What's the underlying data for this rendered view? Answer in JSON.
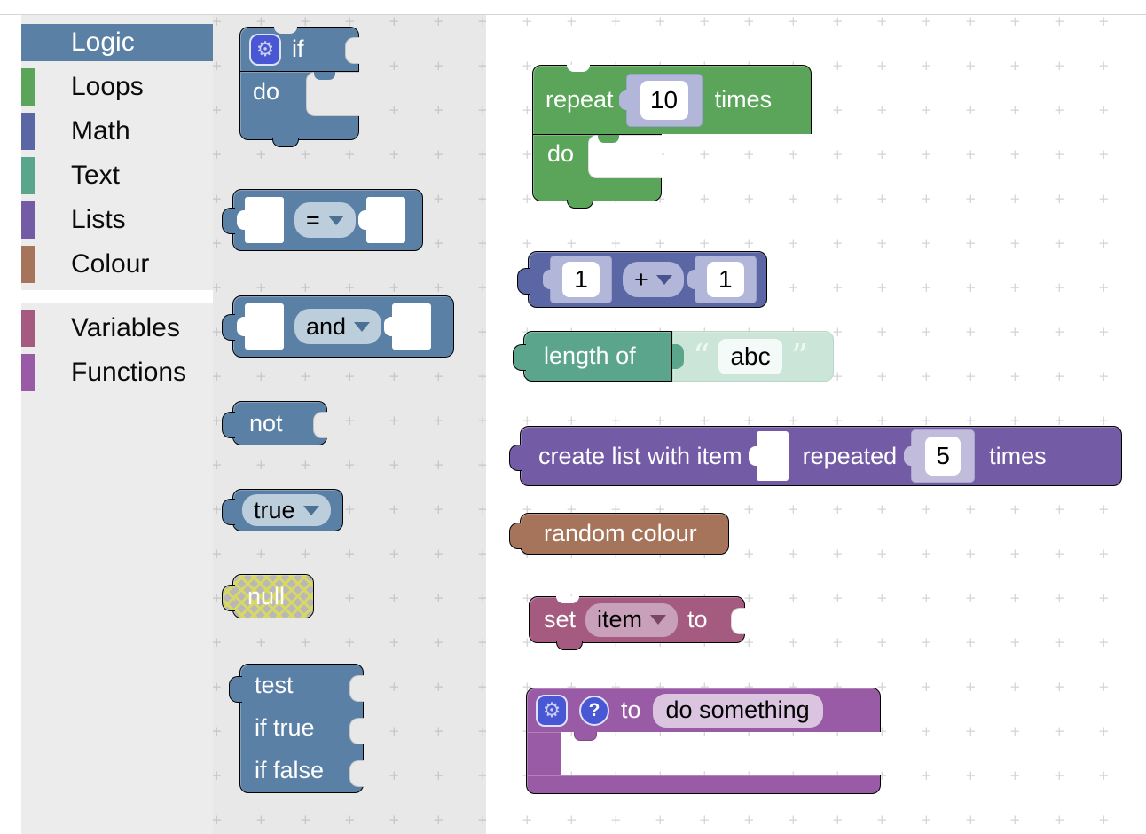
{
  "colors": {
    "logic": "#5b80a5",
    "loops": "#5ba55b",
    "math": "#5b67a5",
    "text": "#5ba58c",
    "lists": "#745ba5",
    "colour": "#a5745b",
    "variables": "#a55b80",
    "functions": "#995ba5",
    "selected_category_bg": "#5b80a5",
    "icon_blue": "#4a57d4",
    "toolbox_bg": "#ececec",
    "flyout_bg": "#e8e8e8",
    "workspace_bg": "#ffffff",
    "disabled_block": "#b8b8b8",
    "disabled_hatch": "#d8d862"
  },
  "toolbox": {
    "categories": [
      {
        "label": "Logic",
        "selected": true
      },
      {
        "label": "Loops"
      },
      {
        "label": "Math"
      },
      {
        "label": "Text"
      },
      {
        "label": "Lists"
      },
      {
        "label": "Colour"
      },
      {
        "label": "Variables"
      },
      {
        "label": "Functions"
      }
    ]
  },
  "flyout": {
    "blocks": {
      "controls_if": {
        "if": "if",
        "do": "do"
      },
      "logic_compare": {
        "op": "="
      },
      "logic_operation": {
        "op": "and"
      },
      "logic_negate": {
        "label": "not"
      },
      "logic_boolean": {
        "value": "true"
      },
      "logic_null": {
        "label": "null"
      },
      "logic_ternary": {
        "test": "test",
        "if_true": "if true",
        "if_false": "if false"
      }
    }
  },
  "workspace": {
    "blocks": {
      "controls_repeat": {
        "repeat": "repeat",
        "count": "10",
        "times": "times",
        "do": "do"
      },
      "math_arithmetic": {
        "a": "1",
        "op": "+",
        "b": "1"
      },
      "text_length": {
        "label": "length of",
        "value": "abc",
        "open_quote": "“",
        "close_quote": "”"
      },
      "lists_repeat": {
        "create": "create list with item",
        "repeated": "repeated",
        "count": "5",
        "times": "times"
      },
      "colour_random": {
        "label": "random colour"
      },
      "variables_set": {
        "set": "set",
        "variable": "item",
        "to": "to"
      },
      "procedures_defnoreturn": {
        "to": "to",
        "name": "do something"
      }
    }
  },
  "icons": {
    "gear": "⚙",
    "help": "?"
  }
}
